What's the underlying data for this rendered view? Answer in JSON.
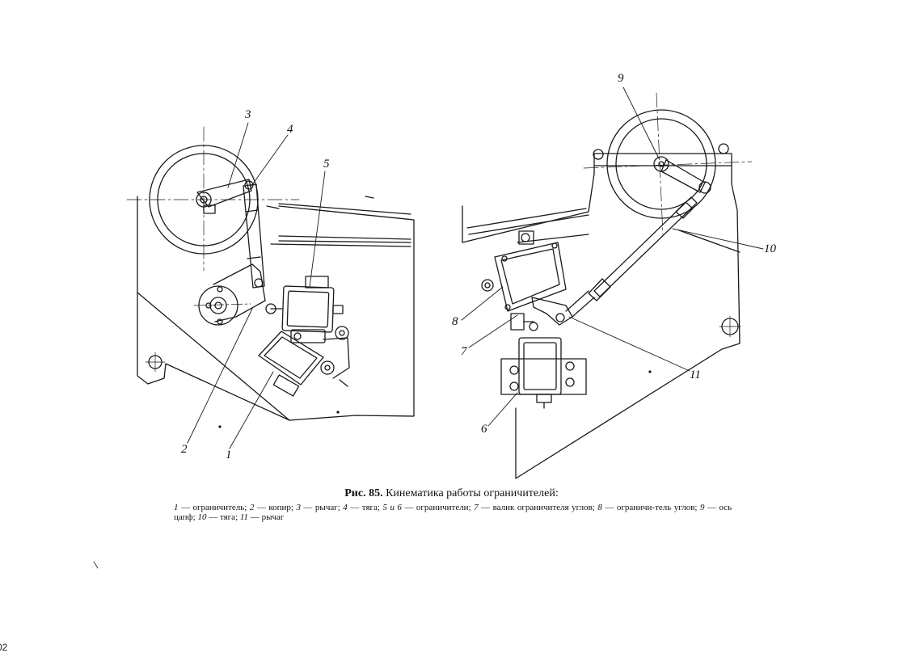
{
  "figure": {
    "number_label": "Рис. 85.",
    "title": "Кинематика работы ограничителей:",
    "legend": [
      {
        "num": "1",
        "text": "ограничитель;"
      },
      {
        "num": "2",
        "text": "копир;"
      },
      {
        "num": "3",
        "text": "рычаг;"
      },
      {
        "num": "4",
        "text": "тяга;"
      },
      {
        "num": "5 и 6",
        "text": "ограничители;"
      },
      {
        "num": "7",
        "text": "валик ограничителя углов;"
      },
      {
        "num": "8",
        "text": "ограничи-тель углов;"
      },
      {
        "num": "9",
        "text": "ось цапф;"
      },
      {
        "num": "10",
        "text": "тяга;"
      },
      {
        "num": "11",
        "text": "рычаг"
      }
    ],
    "callouts": [
      "1",
      "2",
      "3",
      "4",
      "5",
      "6",
      "7",
      "8",
      "9",
      "10",
      "11"
    ]
  },
  "page_number": "02",
  "line_color": "#1a1a1a"
}
